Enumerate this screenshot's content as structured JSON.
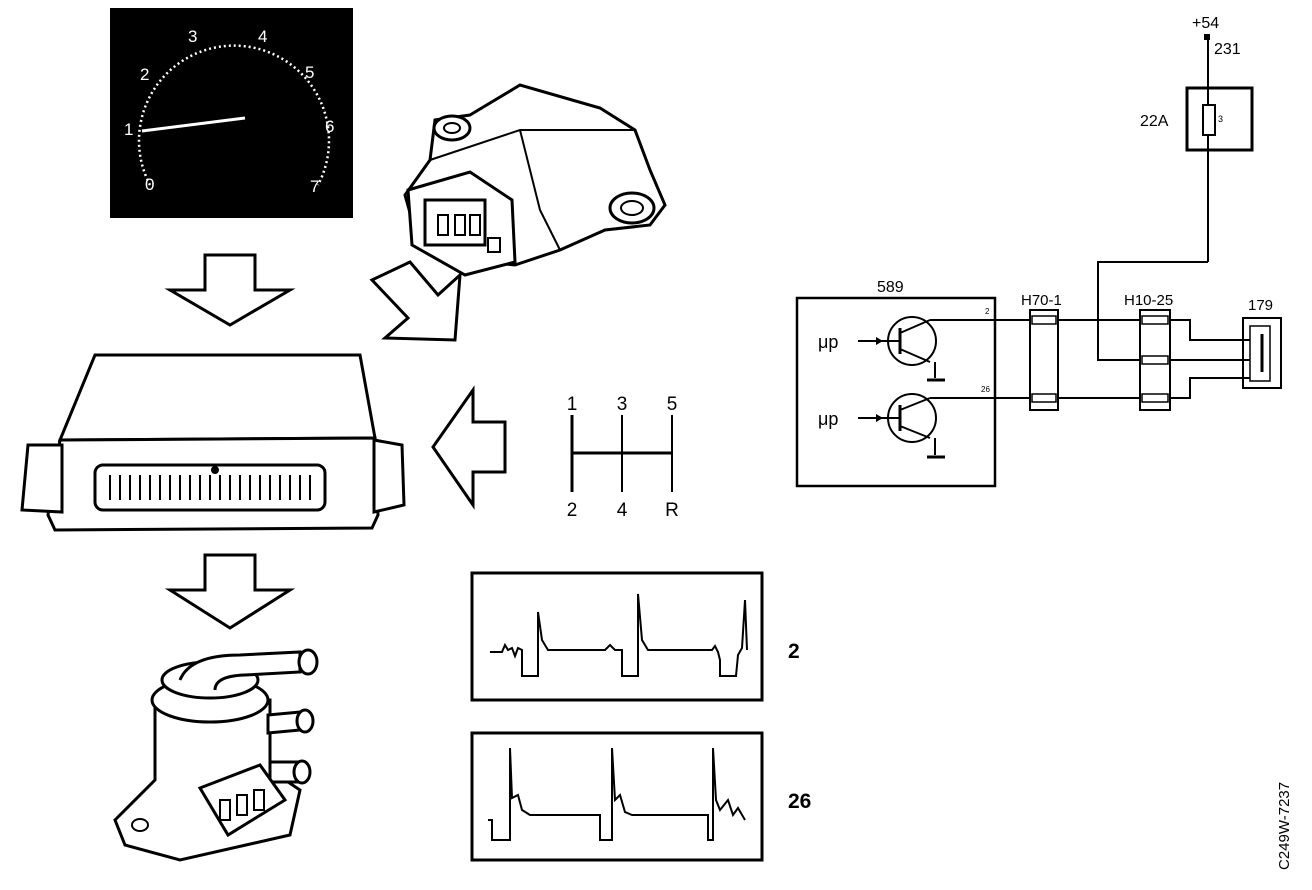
{
  "tachometer": {
    "dial_numbers": [
      "0",
      "1",
      "2",
      "3",
      "4",
      "5",
      "6",
      "7"
    ]
  },
  "gear_shift": {
    "top_labels": [
      "1",
      "3",
      "5"
    ],
    "bottom_labels": [
      "2",
      "4",
      "R"
    ]
  },
  "oscilloscope": {
    "trace_labels": [
      "2",
      "26"
    ]
  },
  "circuit": {
    "supply_label": "+54",
    "wire_label": "231",
    "fuse_label": "22A",
    "fuse_number": "3",
    "control_unit_label": "589",
    "microprocessor_label": "μp",
    "connector_a_label": "H70-1",
    "connector_b_label": "H10-25",
    "connector_c_label": "179",
    "pin_top": "2",
    "pin_bottom": "26"
  },
  "figure_reference": "C249W-7237"
}
